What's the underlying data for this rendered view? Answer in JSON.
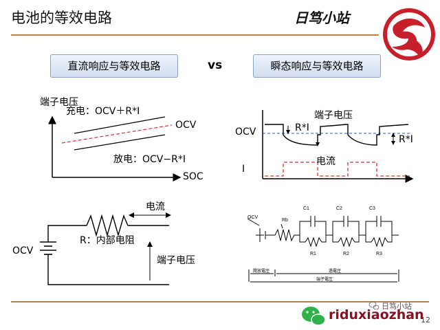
{
  "header": {
    "title": "电池的等效电路",
    "brand": "日笃小站"
  },
  "comparison": {
    "left_label": "直流响应与等效电路",
    "vs": "vs",
    "right_label": "瞬态响应与等效电路"
  },
  "dc_chart": {
    "ylabel": "端子电压",
    "xlabel": "SOC",
    "charge_label": "充电：OCV＋R*I",
    "ocv_label": "OCV",
    "discharge_label": "放电：OCV−R*I"
  },
  "transient_chart": {
    "ocv_label": "OCV",
    "terminal_label": "端子电压",
    "ri_label_1": "R*I",
    "ri_label_2": "R*I",
    "i_label": "I",
    "current_label": "电流"
  },
  "simple_circuit": {
    "ocv_label": "OCV",
    "resistor_label": "R：内部电阻",
    "current_label": "电流",
    "terminal_label": "端子电压"
  },
  "rc_circuit": {
    "ocv": "OCV",
    "rb": "Rb",
    "c1": "C1",
    "c2": "C2",
    "c3": "C3",
    "r1": "R1",
    "r2": "R2",
    "r3": "R3",
    "seg1": "開放電圧",
    "seg2": "過電圧",
    "seg3": "端子電圧"
  },
  "footer": {
    "wechat_name": "日笃小站",
    "site": "riduxiaozhan",
    "page": "12"
  },
  "colors": {
    "accent_rule": "#c0823a",
    "dashed_red": "#e03030",
    "logo_red": "#c8202a"
  }
}
